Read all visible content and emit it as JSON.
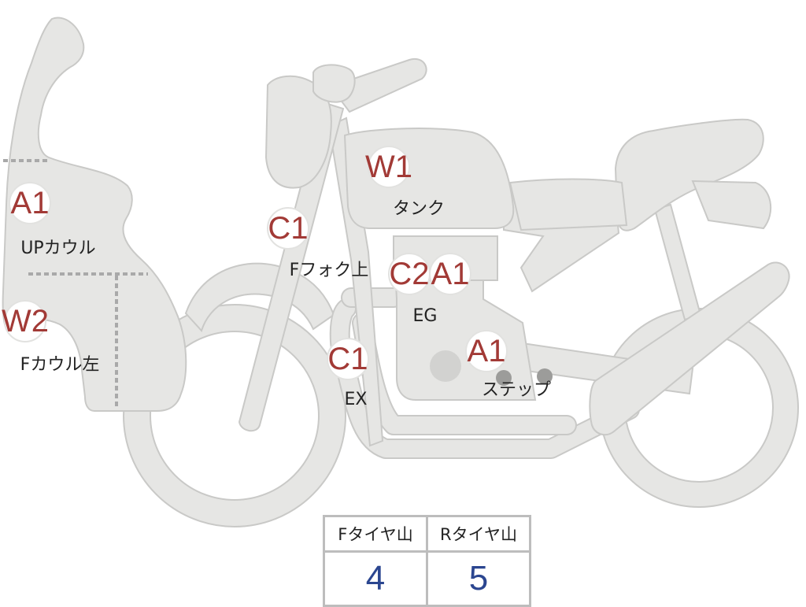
{
  "markers": [
    {
      "id": "upper-cowl",
      "code": "A1",
      "label": "UPカウル"
    },
    {
      "id": "front-cowl-left",
      "code": "W2",
      "label": "Fカウル左"
    },
    {
      "id": "tank",
      "code": "W1",
      "label": "タンク"
    },
    {
      "id": "front-fork-upper",
      "code": "C1",
      "label": "Fフォク上"
    },
    {
      "id": "engine-c2",
      "code": "C2",
      "label": ""
    },
    {
      "id": "engine-a1",
      "code": "A1",
      "label": "EG"
    },
    {
      "id": "exhaust",
      "code": "C1",
      "label": "EX"
    },
    {
      "id": "step",
      "code": "A1",
      "label": "ステップ"
    }
  ],
  "tread_table": {
    "headers": [
      "Fタイヤ山",
      "Rタイヤ山"
    ],
    "values": [
      "4",
      "5"
    ]
  },
  "colors": {
    "part_fill": "#e6e6e4",
    "marker_code": "#a23a36",
    "table_value": "#2b4690",
    "table_border": "#bdbdbd"
  }
}
